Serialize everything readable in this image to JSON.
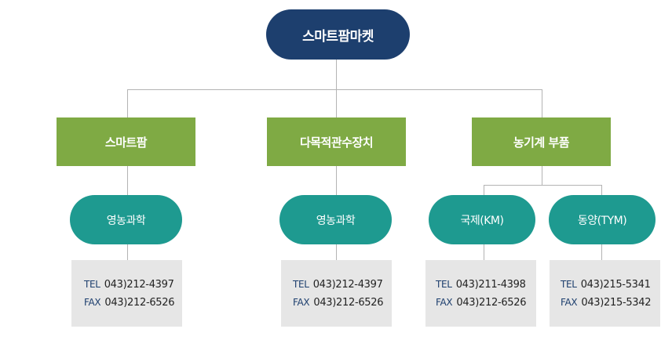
{
  "root": {
    "label": "스마트팜마켓"
  },
  "categories": [
    {
      "label": "스마트팜"
    },
    {
      "label": "다목적관수장치"
    },
    {
      "label": "농기계 부품"
    }
  ],
  "suppliers": [
    {
      "label": "영농과학",
      "tel": "043)212-4397",
      "fax": "043)212-6526"
    },
    {
      "label": "영농과학",
      "tel": "043)212-4397",
      "fax": "043)212-6526"
    },
    {
      "label": "국제(KM)",
      "tel": "043)211-4398",
      "fax": "043)212-6526"
    },
    {
      "label": "동양(TYM)",
      "tel": "043)215-5341",
      "fax": "043)215-5342"
    }
  ],
  "labels": {
    "tel": "TEL",
    "fax": "FAX"
  },
  "colors": {
    "root": "#1d3f6e",
    "category": "#7faa44",
    "supplier": "#1e9a90",
    "contact_bg": "#e6e6e6",
    "connector": "#b3b3b3"
  }
}
